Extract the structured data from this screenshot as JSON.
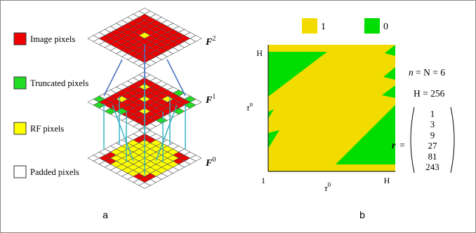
{
  "colors": {
    "image": "#ee0000",
    "truncated": "#22dd22",
    "rf": "#ffff00",
    "padded": "#ffffff",
    "grid_line": "#555555",
    "connector_top": "#4a72c4",
    "connector_bottom": "#2ab0c0",
    "heatmap_one": "#f2dc00",
    "heatmap_zero": "#00dd00"
  },
  "legend": {
    "image": "Image pixels",
    "truncated": "Truncated pixels",
    "rf": "RF pixels",
    "padded": "Padded pixels"
  },
  "layers": {
    "top": "F",
    "top_sup": "2",
    "mid": "F",
    "mid_sup": "1",
    "bottom": "F",
    "bottom_sup": "0"
  },
  "panel_a": {
    "label": "a"
  },
  "panel_b": {
    "label": "b",
    "legend_one": "1",
    "legend_zero": "0",
    "y_top_tick": "H",
    "y_bottom_tick": "1",
    "x_right_tick": "H",
    "y_label": "τ",
    "y_label_sup": "n",
    "x_label": "τ",
    "x_label_sup": "0"
  },
  "params": {
    "n_eq_prefix": "n",
    "n_eq_rest": " = N = 6",
    "h_eq": "H = 256",
    "r_symbol": "r",
    "r_eq": "=",
    "r_values": [
      "1",
      "3",
      "9",
      "27",
      "81",
      "243"
    ]
  },
  "chart_data": {
    "type": "heatmap",
    "title": "",
    "xlabel": "τ0",
    "ylabel": "τn",
    "x_ticks": [
      "1",
      "H"
    ],
    "y_ticks": [
      "1",
      "H"
    ],
    "legend": [
      {
        "value": 1,
        "color": "#f2dc00"
      },
      {
        "value": 0,
        "color": "#00dd00"
      }
    ],
    "n": 6,
    "N": 6,
    "H": 256,
    "r": [
      1,
      3,
      9,
      27,
      81,
      243
    ]
  }
}
